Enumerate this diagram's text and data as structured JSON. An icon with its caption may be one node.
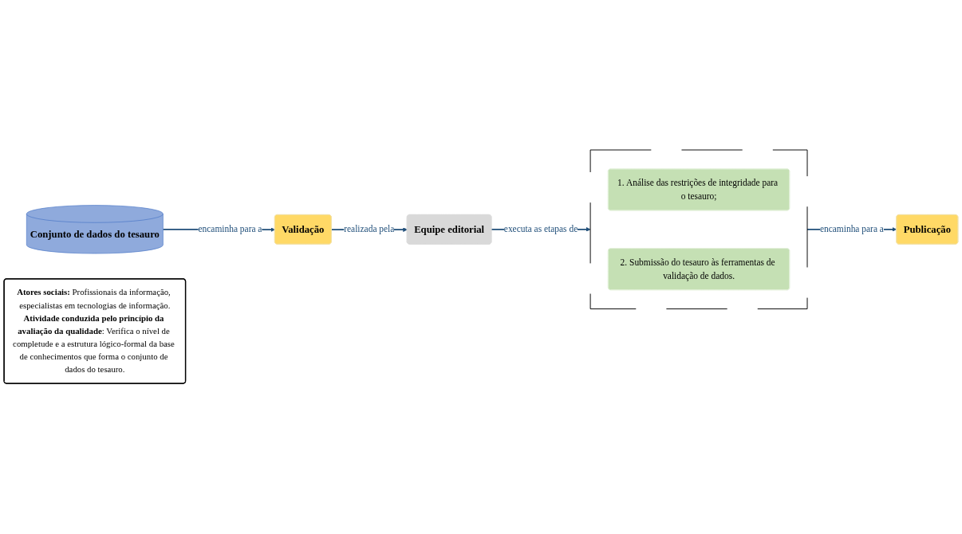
{
  "diagram": {
    "nodes": [
      {
        "text": [
          "Conjunto de dados do tesauro"
        ]
      },
      {
        "text": [
          "Validação"
        ]
      },
      {
        "text": [
          "Equipe editorial"
        ]
      },
      {
        "text": [],
        "shape": "bracket"
      },
      {
        "text": [
          "1. Análise das restrições de integridade para o tesauro;"
        ],
        "in": 3
      },
      {
        "text": [
          "2. Submissão do tesauro às ferramentas de validação de dados."
        ],
        "in": 3
      },
      {
        "text": [
          "Publicação"
        ]
      },
      {
        "text": [
          "**Atores sociais:** Profissionais da informação, especialistas em tecnologias de informação.",
          "**Atividade conduzida pelo princípio da avaliação da qualidade**: Verifica o nível de completude e a estrutura lógico-formal da base de conhecimentos que forma o conjunto de dados do tesauro."
        ]
      }
    ],
    "edges": [
      {
        "from": 0,
        "to": 1,
        "arrow": "to",
        "label": "encaminha para a"
      },
      {
        "from": 1,
        "to": 2,
        "arrow": "to",
        "label": "realizada pela"
      },
      {
        "from": 2,
        "to": 3,
        "arrow": "to",
        "label": "executa as etapas de"
      },
      {
        "from": 3,
        "to": 6,
        "arrow": "to",
        "label": "encaminha para a"
      }
    ]
  }
}
